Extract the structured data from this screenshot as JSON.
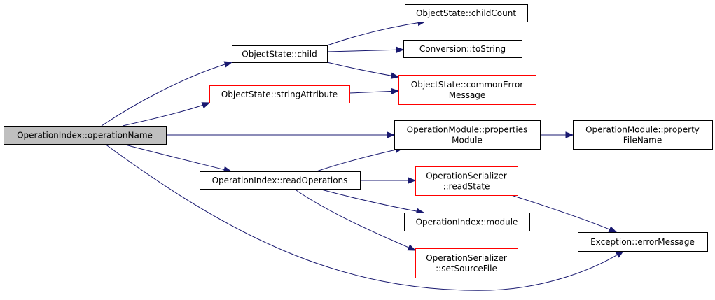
{
  "nodes": {
    "operation_name": {
      "lines": [
        "OperationIndex::operationName"
      ],
      "style": "focus"
    },
    "child": {
      "lines": [
        "ObjectState::child"
      ],
      "style": "black"
    },
    "string_attribute": {
      "lines": [
        "ObjectState::stringAttribute"
      ],
      "style": "red"
    },
    "read_operations": {
      "lines": [
        "OperationIndex::readOperations"
      ],
      "style": "black"
    },
    "child_count": {
      "lines": [
        "ObjectState::childCount"
      ],
      "style": "black"
    },
    "to_string": {
      "lines": [
        "Conversion::toString"
      ],
      "style": "black"
    },
    "common_error_message": {
      "lines": [
        "ObjectState::commonError",
        "Message"
      ],
      "style": "red"
    },
    "properties_module": {
      "lines": [
        "OperationModule::properties",
        "Module"
      ],
      "style": "black"
    },
    "read_state": {
      "lines": [
        "OperationSerializer",
        "::readState"
      ],
      "style": "red"
    },
    "module": {
      "lines": [
        "OperationIndex::module"
      ],
      "style": "black"
    },
    "set_source_file": {
      "lines": [
        "OperationSerializer",
        "::setSourceFile"
      ],
      "style": "red"
    },
    "property_file_name": {
      "lines": [
        "OperationModule::property",
        "FileName"
      ],
      "style": "black"
    },
    "error_message": {
      "lines": [
        "Exception::errorMessage"
      ],
      "style": "black"
    }
  },
  "edges": [
    [
      "operation_name",
      "child"
    ],
    [
      "operation_name",
      "string_attribute"
    ],
    [
      "operation_name",
      "properties_module"
    ],
    [
      "operation_name",
      "read_operations"
    ],
    [
      "operation_name",
      "error_message"
    ],
    [
      "child",
      "child_count"
    ],
    [
      "child",
      "to_string"
    ],
    [
      "child",
      "common_error_message"
    ],
    [
      "string_attribute",
      "common_error_message"
    ],
    [
      "properties_module",
      "property_file_name"
    ],
    [
      "read_operations",
      "properties_module"
    ],
    [
      "read_operations",
      "read_state"
    ],
    [
      "read_operations",
      "module"
    ],
    [
      "read_operations",
      "set_source_file"
    ],
    [
      "read_state",
      "error_message"
    ]
  ],
  "colors": {
    "edge": "#191970",
    "border_default": "#000000",
    "border_external": "#ff0000",
    "focus_fill": "#bfbfbf"
  }
}
